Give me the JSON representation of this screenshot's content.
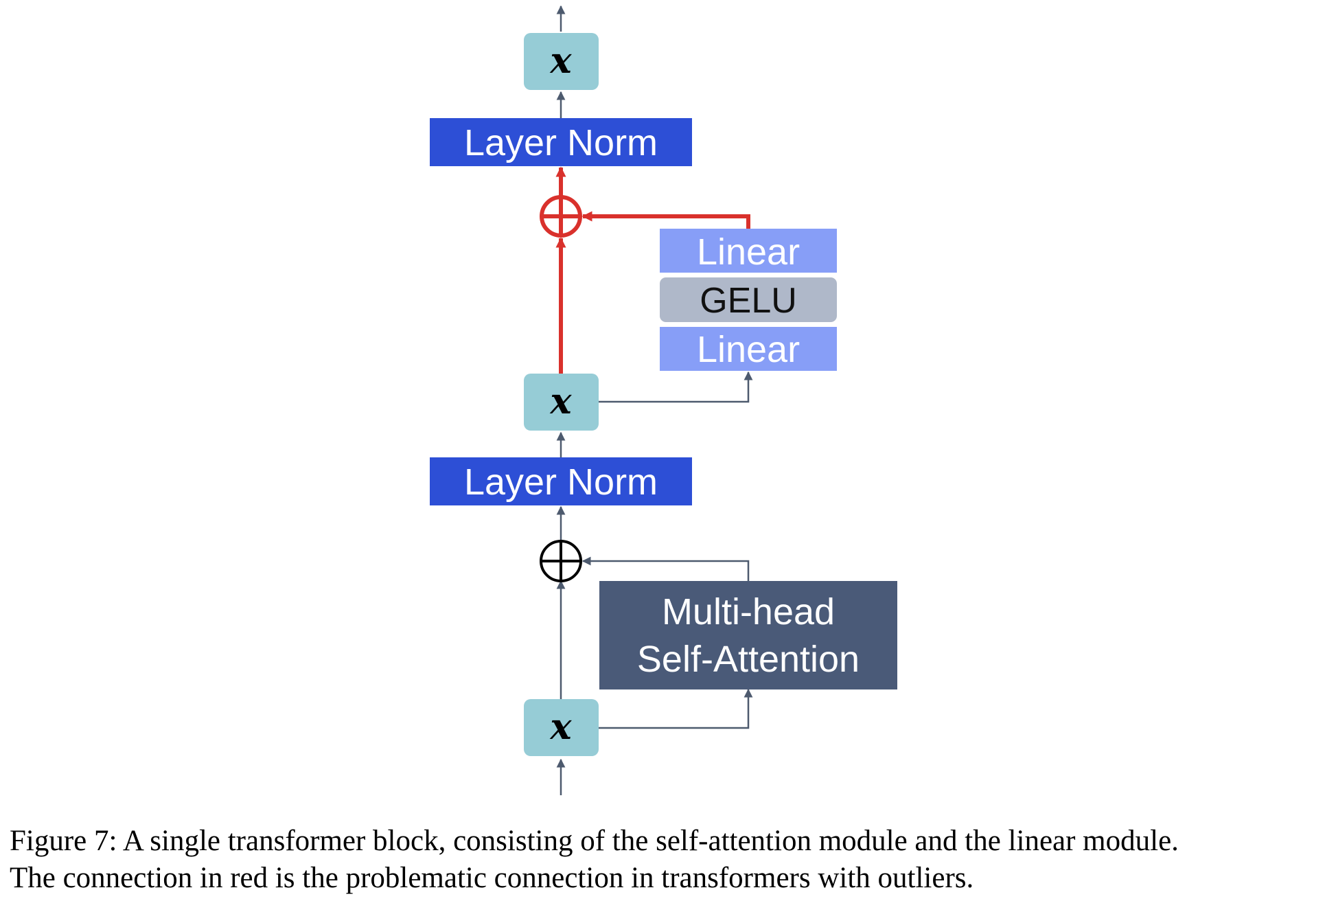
{
  "diagram": {
    "nodes": {
      "x_bottom": "x",
      "x_middle": "x",
      "x_top": "x",
      "layer_norm_1": "Layer Norm",
      "layer_norm_2": "Layer Norm",
      "attention_line1": "Multi-head",
      "attention_line2": "Self-Attention",
      "linear_lower": "Linear",
      "gelu": "GELU",
      "linear_upper": "Linear",
      "add_1": "⊕",
      "add_2": "⊕"
    },
    "colors": {
      "x_box": "#96ccd6",
      "layer_norm": "#2d4fd6",
      "attention": "#4a5a78",
      "linear": "#879ef7",
      "gelu": "#afb8c9",
      "arrow": "#4d5a6e",
      "highlight": "#d9312c"
    }
  },
  "caption": {
    "line1": "Figure 7: A single transformer block, consisting of the self-attention module and the linear module.",
    "line2": "The connection in red is the problematic connection in transformers with outliers."
  }
}
